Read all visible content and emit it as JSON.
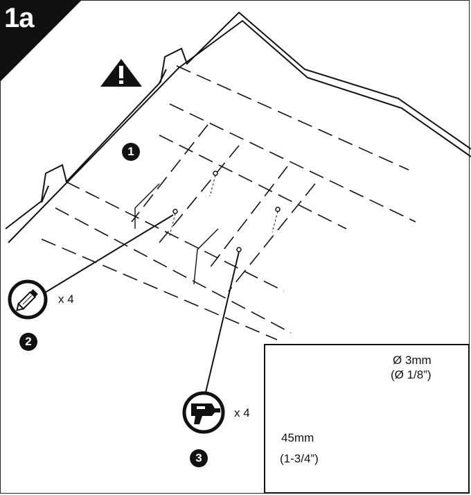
{
  "step": {
    "label": "1a"
  },
  "callouts": {
    "surface_marker": "1",
    "pencil_marker": "2",
    "drill_marker": "3"
  },
  "tools": {
    "pencil": {
      "icon": "pencil-icon",
      "quantity": "x 4"
    },
    "drill": {
      "icon": "drill-icon",
      "quantity": "x 4"
    }
  },
  "warning": {
    "icon": "warning-triangle-icon"
  },
  "detail": {
    "diameter_metric": "Ø 3mm",
    "diameter_imperial": "(Ø 1/8”)",
    "depth_metric": "45mm",
    "depth_imperial": "(1-3/4”)"
  },
  "colors": {
    "ink": "#111111",
    "paper": "#ffffff",
    "hatch": "#9a9a9a"
  }
}
